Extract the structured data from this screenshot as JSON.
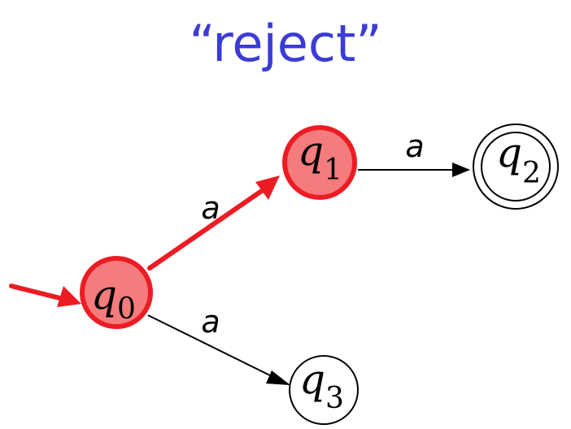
{
  "title": "“reject”",
  "colors": {
    "title": "#3b3bd6",
    "active": "#ec1c24",
    "active_fill": "#f47c7c",
    "normal": "#000000",
    "background": "#ffffff"
  },
  "states": [
    {
      "id": "q0",
      "base": "q",
      "sub": "0",
      "active": true,
      "accepting": false,
      "initial": true
    },
    {
      "id": "q1",
      "base": "q",
      "sub": "1",
      "active": true,
      "accepting": false,
      "initial": false
    },
    {
      "id": "q2",
      "base": "q",
      "sub": "2",
      "active": false,
      "accepting": true,
      "initial": false
    },
    {
      "id": "q3",
      "base": "q",
      "sub": "3",
      "active": false,
      "accepting": false,
      "initial": false
    }
  ],
  "transitions": [
    {
      "from": "q0",
      "to": "q1",
      "label": "a",
      "active": true
    },
    {
      "from": "q1",
      "to": "q2",
      "label": "a",
      "active": false
    },
    {
      "from": "q0",
      "to": "q3",
      "label": "a",
      "active": false
    }
  ]
}
